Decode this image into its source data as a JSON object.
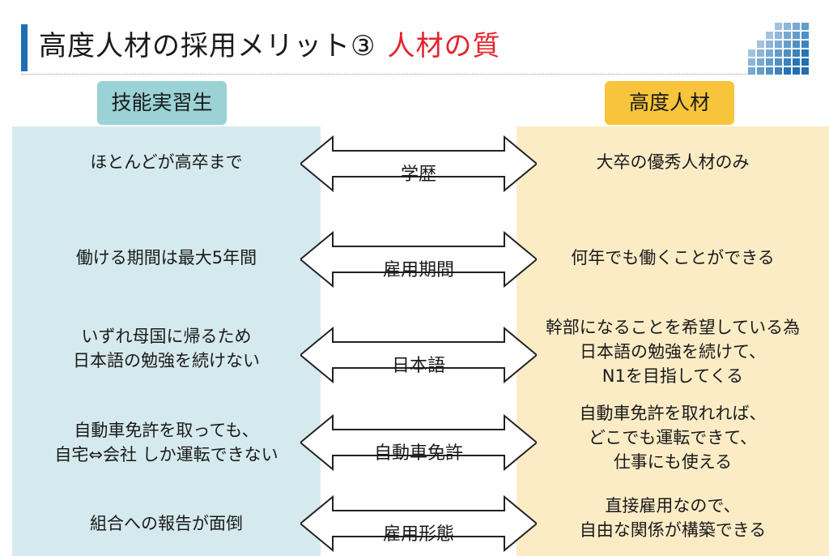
{
  "title": {
    "main": "高度人材の採用メリット③",
    "accent": "人材の質"
  },
  "headers": {
    "left": "技能実習生",
    "right": "高度人材"
  },
  "rows": [
    {
      "label": "学歴",
      "left": [
        "ほとんどが高卒まで"
      ],
      "right": [
        "大卒の優秀人材のみ"
      ]
    },
    {
      "label": "雇用期間",
      "left": [
        "働ける期間は最大5年間"
      ],
      "right": [
        "何年でも働くことができる"
      ]
    },
    {
      "label": "日本語",
      "left": [
        "いずれ母国に帰るため",
        "日本語の勉強を続けない"
      ],
      "right": [
        "幹部になることを希望している為",
        "日本語の勉強を続けて、",
        "N1を目指してくる"
      ]
    },
    {
      "label": "自動車免許",
      "left": [
        "自動車免許を取っても、",
        "自宅⇔会社 しか運転できない"
      ],
      "right": [
        "自動車免許を取れれば、",
        "どこでも運転できて、",
        "仕事にも使える"
      ]
    },
    {
      "label": "雇用形態",
      "left": [
        "組合への報告が面倒"
      ],
      "right": [
        "直接雇用なので、",
        "自由な関係が構築できる"
      ]
    }
  ],
  "colors": {
    "accent_red": "#e3232b",
    "title_bar": "#1f6fb2",
    "left_bg": "#d5eaee",
    "left_header": "#9ad2d6",
    "right_bg": "#fcecc6",
    "right_header": "#f7c43b"
  },
  "icons": {
    "arrows": "double-headed-arrow",
    "decoration": "gradient-square-grid"
  }
}
